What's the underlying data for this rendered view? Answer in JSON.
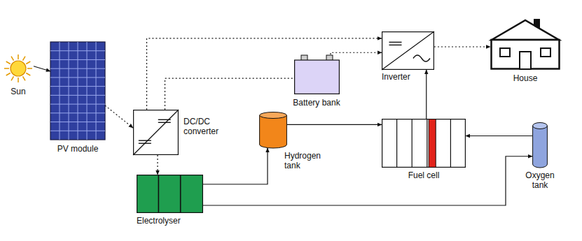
{
  "diagram": {
    "nodes": [
      {
        "text": [
          "Sun"
        ]
      },
      {
        "text": [
          "PV module"
        ]
      },
      {
        "text": [
          "DC/DC converter"
        ]
      },
      {
        "text": [
          "Battery bank"
        ]
      },
      {
        "text": [
          "Inverter"
        ]
      },
      {
        "text": [
          "House"
        ]
      },
      {
        "text": [
          "Electrolyser"
        ]
      },
      {
        "text": [
          "Hydrogen tank"
        ]
      },
      {
        "text": [
          "Fuel cell"
        ]
      },
      {
        "text": [
          "Oxygen tank"
        ]
      }
    ],
    "edges": [
      {
        "from": 0,
        "to": 1,
        "arrow": "to"
      },
      {
        "from": 1,
        "to": 2,
        "arrow": "to"
      },
      {
        "from": 2,
        "to": 3,
        "arrow": "none"
      },
      {
        "from": 2,
        "to": 4,
        "arrow": "to"
      },
      {
        "from": 3,
        "to": 4,
        "arrow": "to"
      },
      {
        "from": 4,
        "to": 5,
        "arrow": "to"
      },
      {
        "from": 2,
        "to": 6,
        "arrow": "to"
      },
      {
        "from": 6,
        "to": 7,
        "arrow": "to"
      },
      {
        "from": 7,
        "to": 8,
        "arrow": "to"
      },
      {
        "from": 6,
        "to": 9,
        "arrow": "to"
      },
      {
        "from": 9,
        "to": 8,
        "arrow": "to"
      },
      {
        "from": 8,
        "to": 4,
        "arrow": "to"
      }
    ]
  }
}
